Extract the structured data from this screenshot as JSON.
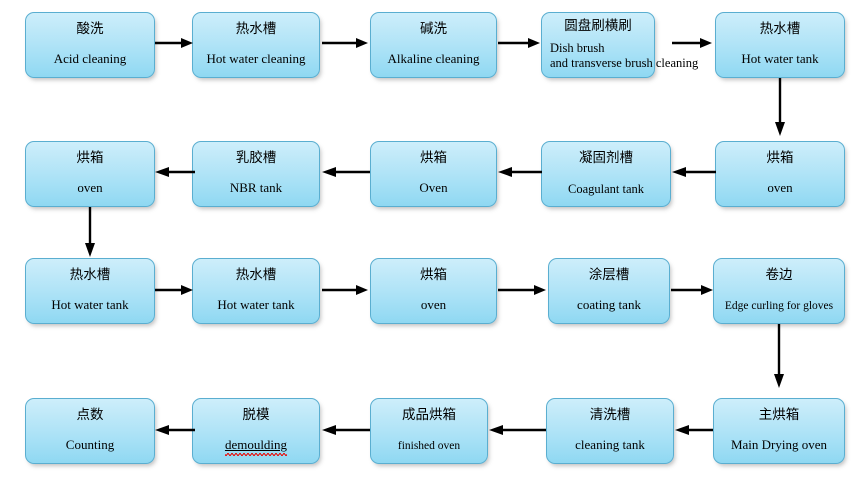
{
  "diagram": {
    "title": "Nitrile glove production line process flow",
    "colors": {
      "box_fill_top": "#cdeefb",
      "box_fill_bottom": "#8fd8f2",
      "box_border": "#5aaed0",
      "arrow": "#000000",
      "spellcheck_underline": "#e02020",
      "background": "#ffffff"
    },
    "rows": [
      {
        "direction": "left-to-right",
        "nodes": [
          {
            "cn": "酸洗",
            "en": "Acid cleaning"
          },
          {
            "cn": "热水槽",
            "en": "Hot water cleaning"
          },
          {
            "cn": "碱洗",
            "en": "Alkaline cleaning"
          },
          {
            "cn": "圆盘刷横刷",
            "en": "Dish brush\nand transverse brush cleaning"
          },
          {
            "cn": "热水槽",
            "en": "Hot water tank"
          }
        ]
      },
      {
        "direction": "right-to-left",
        "nodes": [
          {
            "cn": "烘箱",
            "en": "oven"
          },
          {
            "cn": "乳胶槽",
            "en": "NBR tank"
          },
          {
            "cn": "烘箱",
            "en": "Oven"
          },
          {
            "cn": "凝固剂槽",
            "en": "Coagulant tank"
          },
          {
            "cn": "烘箱",
            "en": "oven"
          }
        ]
      },
      {
        "direction": "left-to-right",
        "nodes": [
          {
            "cn": "热水槽",
            "en": "Hot water tank"
          },
          {
            "cn": "热水槽",
            "en": "Hot water tank"
          },
          {
            "cn": "烘箱",
            "en": "oven"
          },
          {
            "cn": "涂层槽",
            "en": "coating tank"
          },
          {
            "cn": "卷边",
            "en": "Edge curling for gloves"
          }
        ]
      },
      {
        "direction": "right-to-left",
        "nodes": [
          {
            "cn": "点数",
            "en": "Counting"
          },
          {
            "cn": "脱模",
            "en": "demoulding"
          },
          {
            "cn": "成品烘箱",
            "en": "finished oven"
          },
          {
            "cn": "清洗槽",
            "en": "cleaning tank"
          },
          {
            "cn": "主烘箱",
            "en": "Main Drying oven"
          }
        ]
      }
    ]
  }
}
